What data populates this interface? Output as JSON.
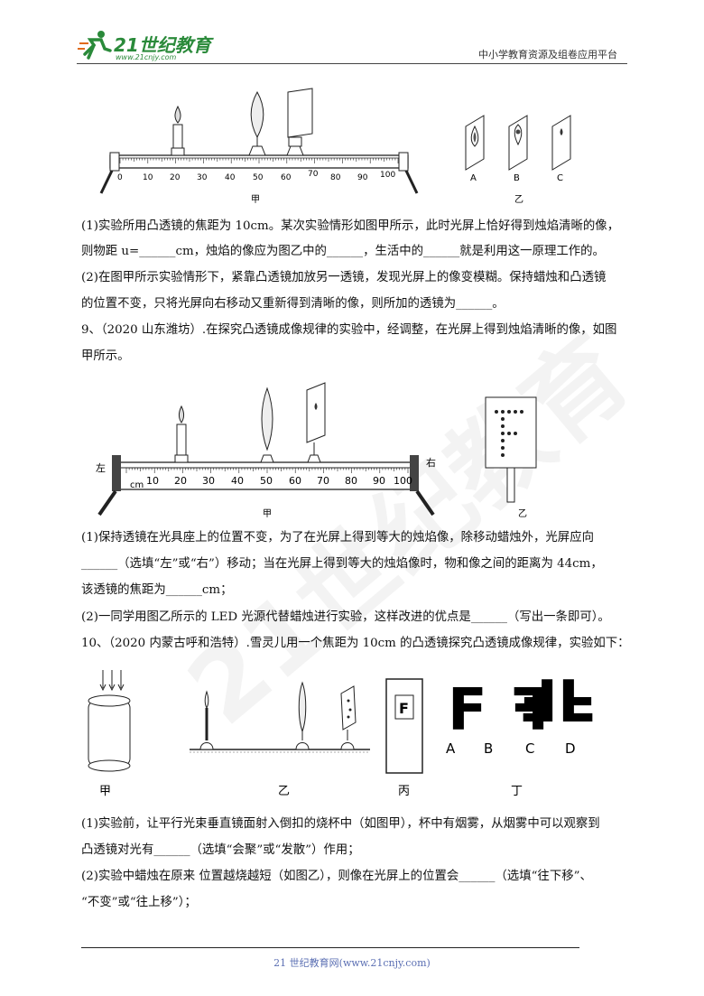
{
  "header": {
    "logo_text": "21世纪教育",
    "logo_url_text": "www.21cnjy.com",
    "platform": "中小学教育资源及组卷应用平台"
  },
  "fig1": {
    "ticks": [
      "0",
      "10",
      "20",
      "30",
      "40",
      "50",
      "60",
      "70",
      "80",
      "90",
      "100"
    ],
    "caption_left": "甲",
    "caption_right": "乙",
    "options": [
      "A",
      "B",
      "C"
    ]
  },
  "lines": {
    "l1": "(1)实验所用凸透镜的焦距为 10cm。某次实验情形如图甲所示，此时光屏上恰好得到烛焰清晰的像，",
    "l2": "则物距 u=______cm，烛焰的像应为图乙中的______，生活中的______就是利用这一原理工作的。",
    "l3": "(2)在图甲所示实验情形下，紧靠凸透镜加放另一透镜，发现光屏上的像变模糊。保持蜡烛和凸透镜",
    "l4": "的位置不变，只将光屏向右移动又重新得到清晰的像，则所加的透镜为______。",
    "l5": "9、（2020 山东潍坊）.在探究凸透镜成像规律的实验中，经调整，在光屏上得到烛焰清晰的像，如图",
    "l6": "甲所示。",
    "l7": "(1)保持透镜在光具座上的位置不变，为了在光屏上得到等大的烛焰像，除移动蜡烛外，光屏应向",
    "l8": "______（选填“左”或“右”）移动；当在光屏上得到等大的烛焰像时，物和像之间的距离为 44cm，",
    "l9": "该透镜的焦距为______cm；",
    "l10": "(2)一同学用图乙所示的 LED 光源代替蜡烛进行实验，这样改进的优点是______（写出一条即可）。",
    "l11": "10、（2020 内蒙古呼和浩特）.雪灵儿用一个焦距为 10cm 的凸透镜探究凸透镜成像规律，实验如下：",
    "l12": "(1)实验前，让平行光束垂直镜面射入倒扣的烧杯中（如图甲），杯中有烟雾，从烟雾中可以观察到",
    "l13": "凸透镜对光有______（选填“会聚”或“发散”）作用；",
    "l14": "(2)实验中蜡烛在原来 位置越烧越短（如图乙），则像在光屏上的位置会______（选填“往下移”、",
    "l15": "“不变”或“往上移”）；"
  },
  "fig2": {
    "ticks": [
      "10",
      "20",
      "30",
      "40",
      "50",
      "60",
      "70",
      "80",
      "90",
      "100"
    ],
    "unit": "cm",
    "left_label": "左",
    "right_label": "右",
    "caption_left": "甲",
    "caption_right": "乙"
  },
  "fig3": {
    "caption_jia": "甲",
    "caption_yi": "乙",
    "caption_bing": "丙",
    "caption_ding": "丁",
    "letter": "F",
    "options": [
      "A",
      "B",
      "C",
      "D"
    ]
  },
  "footer": {
    "text": "21 世纪教育网(www.21cnjy.com)"
  },
  "watermark": {
    "text": "21世纪教育"
  }
}
